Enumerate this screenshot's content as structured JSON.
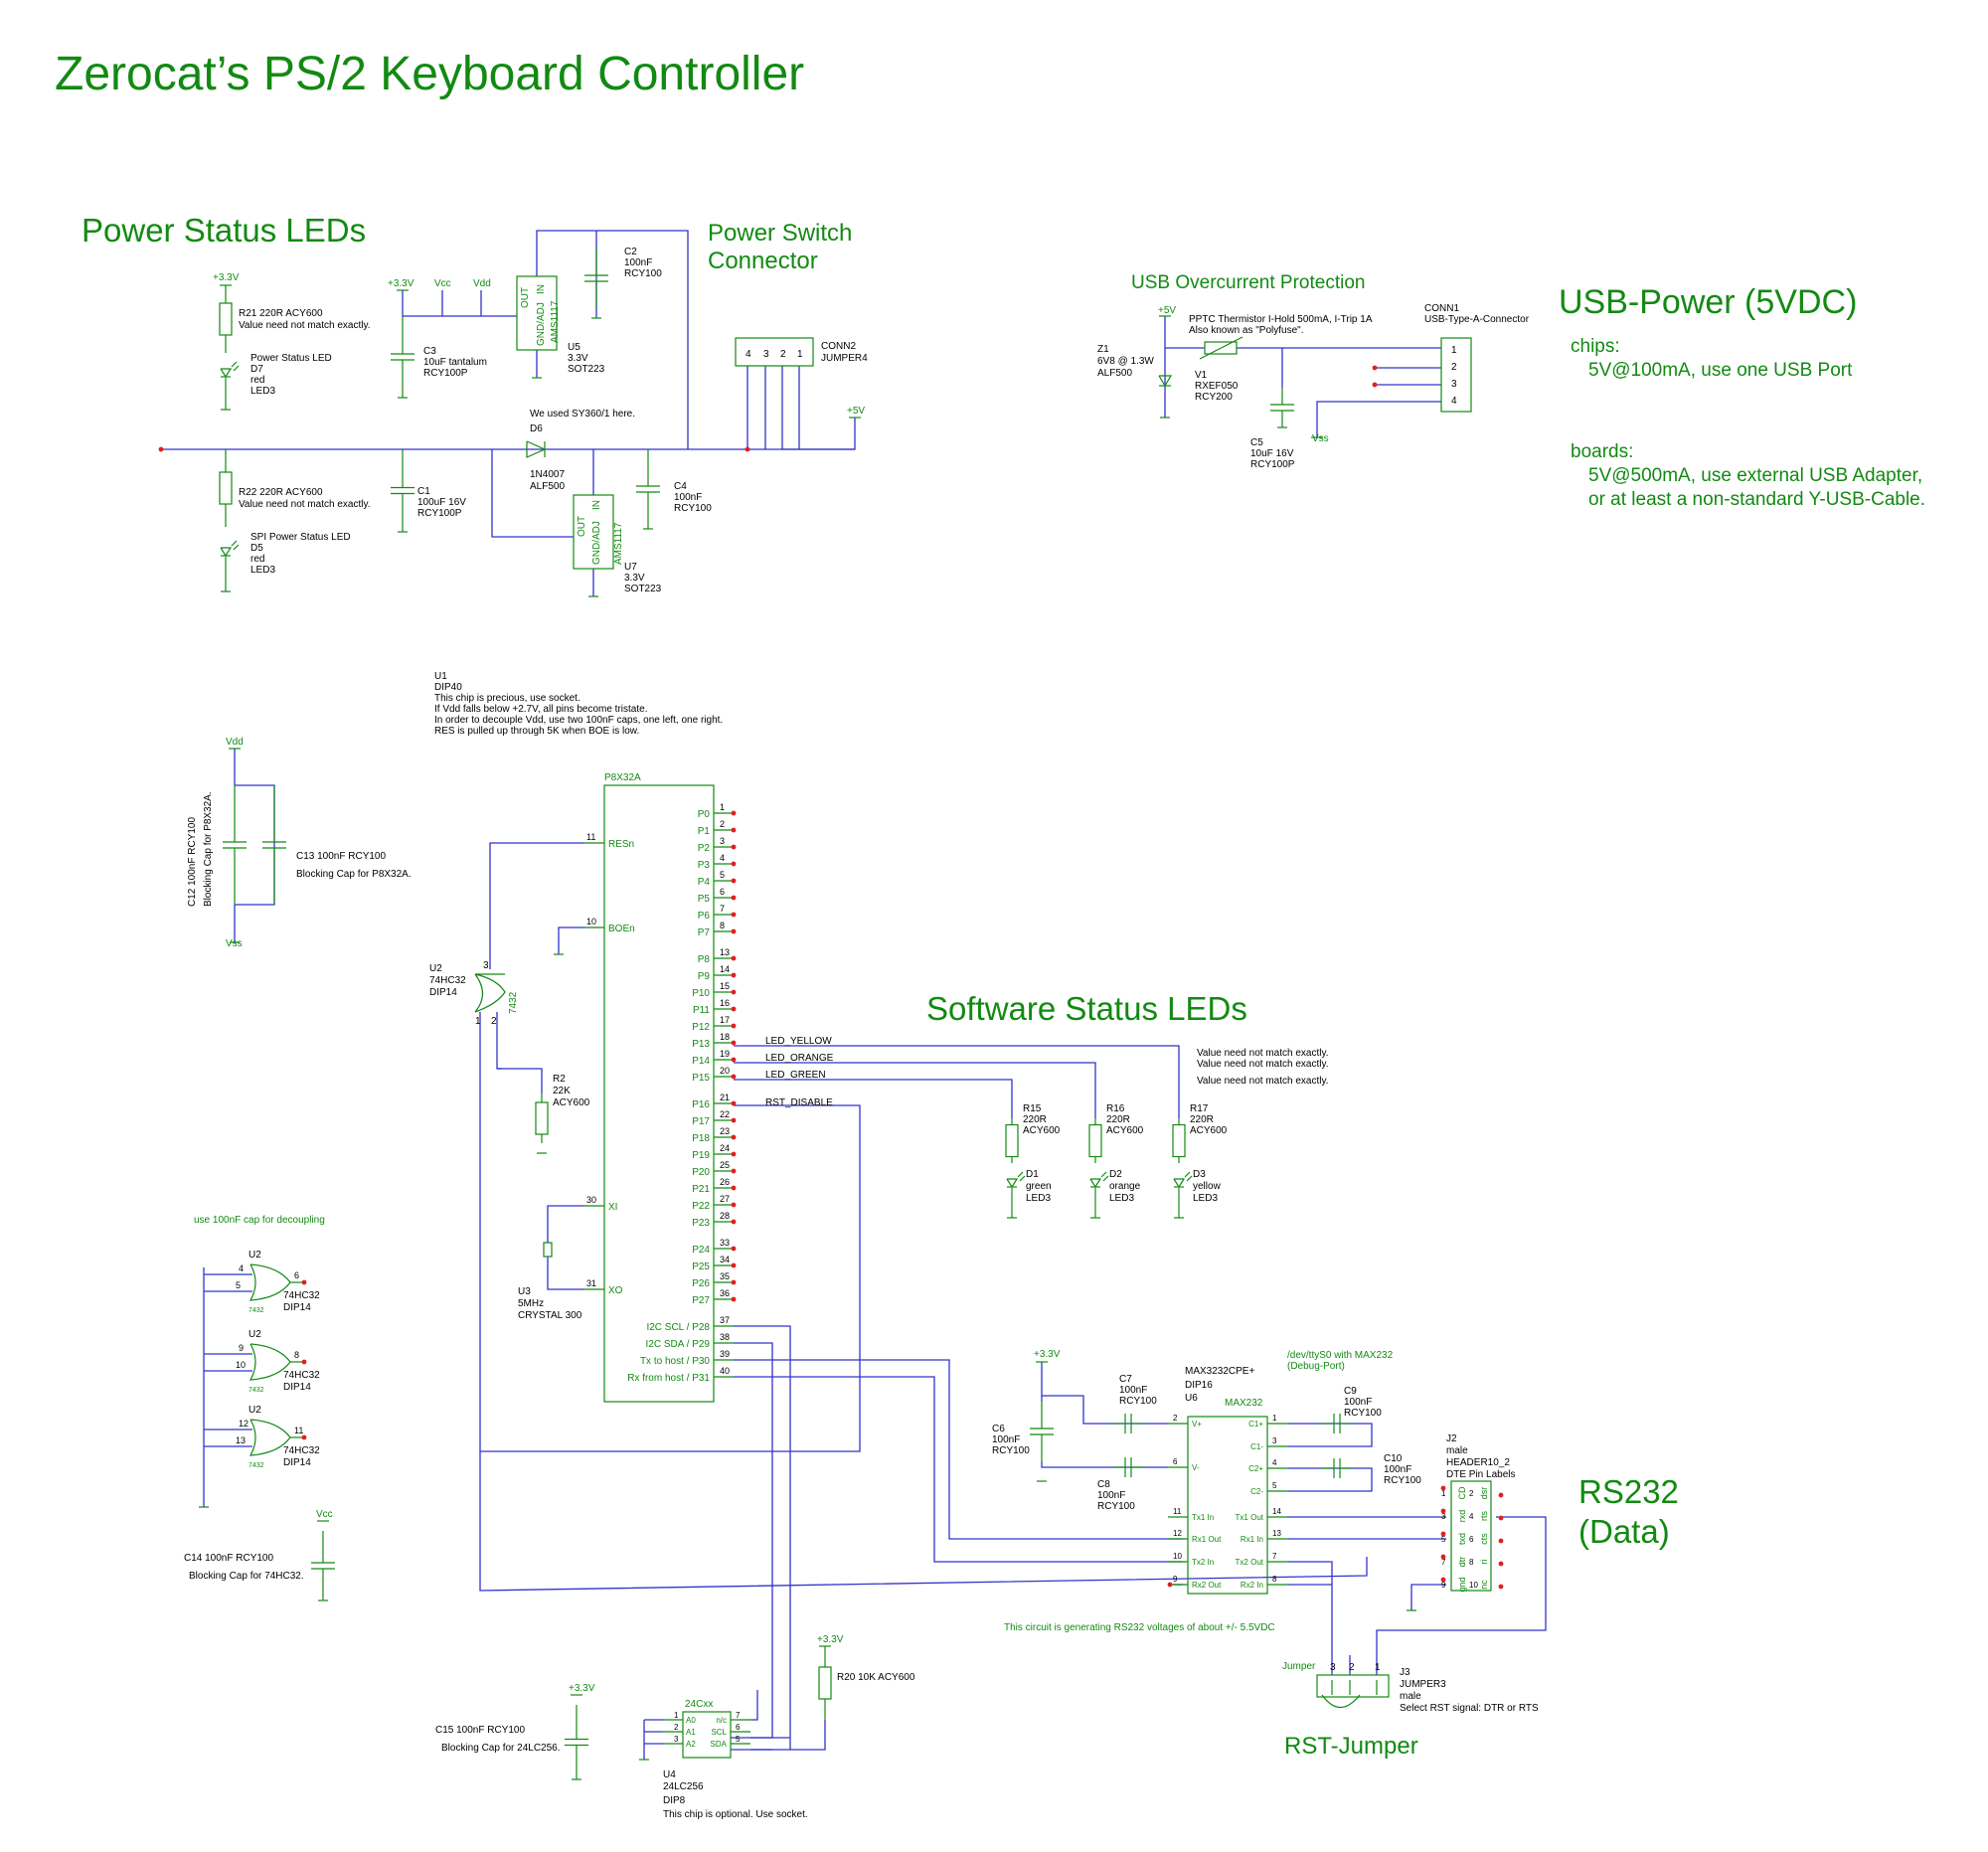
{
  "colors": {
    "wire": "#3333cc",
    "symbol": "#128a12",
    "text": "#000000",
    "junction": "#e02020"
  },
  "headings": {
    "main_title": "Zerocat’s PS/2 Keyboard Controller",
    "power_status_leds": "Power Status LEDs",
    "power_switch_line1": "Power Switch",
    "power_switch_line2": "Connector",
    "usb_overcurrent": "USB Overcurrent Protection",
    "usb_power": "USB-Power (5VDC)",
    "software_status_leds": "Software Status LEDs",
    "rs232_line1": "RS232",
    "rs232_line2": "(Data)",
    "rst_jumper": "RST-Jumper"
  },
  "usb_notes": {
    "chips_label": "chips:",
    "chips_text": "5V@100mA, use one USB Port",
    "boards_label": "boards:",
    "boards_line1": "5V@500mA, use external USB Adapter,",
    "boards_line2": "or at least a non-standard Y-USB-Cable."
  },
  "power_labels": {
    "v33_a": "+3.3V",
    "v33_b": "+3.3V",
    "vcc": "Vcc",
    "vdd": "Vdd",
    "v5": "+5V",
    "v5_usb": "+5V",
    "vss_usb": "Vss",
    "r21": "R21  220R  ACY600",
    "r21_note": "Value need not match exactly.",
    "d7": [
      "Power Status LED",
      "D7",
      "red",
      "LED3"
    ],
    "r22": "R22  220R  ACY600",
    "r22_note": "Value need not match exactly.",
    "d5": [
      "SPI Power Status LED",
      "D5",
      "red",
      "LED3"
    ],
    "c3": [
      "C3",
      "10uF tantalum",
      "RCY100P"
    ],
    "c1": [
      "C1",
      "100uF 16V",
      "RCY100P"
    ],
    "c2": [
      "C2",
      "100nF",
      "RCY100"
    ],
    "c4": [
      "C4",
      "100nF",
      "RCY100"
    ],
    "u5": [
      "U5",
      "3.3V",
      "SOT223"
    ],
    "u7": [
      "U7",
      "3.3V",
      "SOT223"
    ],
    "ams": "AMS1117",
    "reg_in": "IN",
    "reg_out": "OUT",
    "reg_gnd": "GND/ADJ",
    "d6": [
      "D6",
      "1N4007",
      "ALF500"
    ],
    "d6_note": "We used SY360/1 here.",
    "conn2": [
      "CONN2",
      "JUMPER4"
    ],
    "conn2_pins": [
      "4",
      "3",
      "2",
      "1"
    ]
  },
  "usb_protection": {
    "z1": [
      "Z1",
      "6V8 @ 1.3W",
      "ALF500"
    ],
    "v1_note1": "PPTC Thermistor I-Hold 500mA, I-Trip 1A",
    "v1_note2": "Also known as \"Polyfuse\".",
    "v1": [
      "V1",
      "RXEF050",
      "RCY200"
    ],
    "c5": [
      "C5",
      "10uF 16V",
      "RCY100P"
    ],
    "conn1": [
      "CONN1",
      "USB-Type-A-Connector"
    ],
    "conn1_pins": [
      "1",
      "2",
      "3",
      "4"
    ]
  },
  "u1": {
    "notes": [
      "U1",
      "DIP40",
      "This chip is precious, use socket.",
      "If Vdd falls below +2.7V, all pins become tristate.",
      "In order to decouple Vdd, use two 100nF caps, one left, one right.",
      "RES is pulled up through 5K when BOE is low."
    ],
    "name": "P8X32A",
    "left_pins": [
      {
        "num": "11",
        "label": "RESn"
      },
      {
        "num": "10",
        "label": "BOEn"
      },
      {
        "num": "30",
        "label": "XI"
      },
      {
        "num": "31",
        "label": "XO"
      }
    ],
    "right_pins": [
      {
        "num": "1",
        "label": "P0"
      },
      {
        "num": "2",
        "label": "P1"
      },
      {
        "num": "3",
        "label": "P2"
      },
      {
        "num": "4",
        "label": "P3"
      },
      {
        "num": "5",
        "label": "P4"
      },
      {
        "num": "6",
        "label": "P5"
      },
      {
        "num": "7",
        "label": "P6"
      },
      {
        "num": "8",
        "label": "P7"
      },
      {
        "num": "13",
        "label": "P8"
      },
      {
        "num": "14",
        "label": "P9"
      },
      {
        "num": "15",
        "label": "P10"
      },
      {
        "num": "16",
        "label": "P11"
      },
      {
        "num": "17",
        "label": "P12"
      },
      {
        "num": "18",
        "label": "P13"
      },
      {
        "num": "19",
        "label": "P14"
      },
      {
        "num": "20",
        "label": "P15"
      },
      {
        "num": "21",
        "label": "P16"
      },
      {
        "num": "22",
        "label": "P17"
      },
      {
        "num": "23",
        "label": "P18"
      },
      {
        "num": "24",
        "label": "P19"
      },
      {
        "num": "25",
        "label": "P20"
      },
      {
        "num": "26",
        "label": "P21"
      },
      {
        "num": "27",
        "label": "P22"
      },
      {
        "num": "28",
        "label": "P23"
      },
      {
        "num": "33",
        "label": "P24"
      },
      {
        "num": "34",
        "label": "P25"
      },
      {
        "num": "35",
        "label": "P26"
      },
      {
        "num": "36",
        "label": "P27"
      },
      {
        "num": "37",
        "label": "I2C SCL / P28"
      },
      {
        "num": "38",
        "label": "I2C SDA / P29"
      },
      {
        "num": "39",
        "label": "Tx to host / P30"
      },
      {
        "num": "40",
        "label": "Rx from host / P31"
      }
    ],
    "nets": [
      "LED_YELLOW",
      "LED_ORANGE",
      "LED_GREEN",
      "RST_DISABLE"
    ]
  },
  "decoupling": {
    "vdd": "Vdd",
    "vss": "Vss",
    "c12": "C12  100nF  RCY100",
    "c12_note": "Blocking Cap for P8X32A.",
    "c13": "C13  100nF  RCY100",
    "c13_note": "Blocking Cap for P8X32A.",
    "c14": "C14  100nF  RCY100",
    "c14_note": "Blocking Cap for 74HC32.",
    "vcc_c14": "Vcc",
    "c15": "C15  100nF  RCY100",
    "c15_note": "Blocking Cap for 24LC256.",
    "v33_c15": "+3.3V"
  },
  "gates": {
    "u2_main": [
      "U2",
      "74HC32",
      "DIP14"
    ],
    "note": "use 100nF cap for decoupling",
    "type": "7432",
    "g1": {
      "name": "U2",
      "in_a": "4",
      "in_b": "5",
      "out": "6",
      "part": [
        "74HC32",
        "DIP14"
      ]
    },
    "g2": {
      "name": "U2",
      "in_a": "9",
      "in_b": "10",
      "out": "8",
      "part": [
        "74HC32",
        "DIP14"
      ]
    },
    "g3": {
      "name": "U2",
      "in_a": "12",
      "in_b": "13",
      "out": "11",
      "part": [
        "74HC32",
        "DIP14"
      ]
    },
    "main_pins": [
      "3",
      "1",
      "2"
    ]
  },
  "reset": {
    "r2": [
      "R2",
      "22K",
      "ACY600"
    ]
  },
  "crystal": {
    "u3": [
      "U3",
      "5MHz",
      "CRYSTAL 300"
    ]
  },
  "software_leds": {
    "note": "Value need not match exactly.",
    "r15": [
      "R15",
      "220R",
      "ACY600"
    ],
    "r16": [
      "R16",
      "220R",
      "ACY600"
    ],
    "r17": [
      "R17",
      "220R",
      "ACY600"
    ],
    "d1": [
      "D1",
      "green",
      "LED3"
    ],
    "d2": [
      "D2",
      "orange",
      "LED3"
    ],
    "d3": [
      "D3",
      "yellow",
      "LED3"
    ]
  },
  "max232": {
    "v33": "+3.3V",
    "note_line1": "/dev/ttyS0 with MAX232",
    "note_line2": "(Debug-Port)",
    "u6": [
      "MAX3232CPE+",
      "DIP16",
      "U6"
    ],
    "chip": "MAX232",
    "c7": [
      "C7",
      "100nF",
      "RCY100"
    ],
    "c8": [
      "C8",
      "100nF",
      "RCY100"
    ],
    "c9": [
      "C9",
      "100nF",
      "RCY100"
    ],
    "c10": [
      "C10",
      "100nF",
      "RCY100"
    ],
    "c6": [
      "C6",
      "100nF",
      "RCY100"
    ],
    "left_pins": [
      {
        "num": "2",
        "label": "V+"
      },
      {
        "num": "6",
        "label": "V-"
      },
      {
        "num": "11",
        "label": "Tx1 In"
      },
      {
        "num": "12",
        "label": "Rx1 Out"
      },
      {
        "num": "10",
        "label": "Tx2 In"
      },
      {
        "num": "9",
        "label": "Rx2 Out"
      }
    ],
    "right_pins": [
      {
        "num": "1",
        "label": "C1+"
      },
      {
        "num": "3",
        "label": "C1-"
      },
      {
        "num": "4",
        "label": "C2+"
      },
      {
        "num": "5",
        "label": "C2-"
      },
      {
        "num": "14",
        "label": "Tx1 Out"
      },
      {
        "num": "13",
        "label": "Rx1 In"
      },
      {
        "num": "7",
        "label": "Tx2 Out"
      },
      {
        "num": "8",
        "label": "Rx2 In"
      }
    ],
    "footer_note": "This circuit is generating RS232 voltages of about +/- 5.5VDC"
  },
  "j2": {
    "labels": [
      "J2",
      "male",
      "HEADER10_2",
      "DTE Pin Labels"
    ],
    "rows": [
      {
        "ln": "1",
        "l": "CD",
        "r": "dsr",
        "rn": "2"
      },
      {
        "ln": "3",
        "l": "rxd",
        "r": "rts",
        "rn": "4"
      },
      {
        "ln": "5",
        "l": "txd",
        "r": "cts",
        "rn": "6"
      },
      {
        "ln": "7",
        "l": "dtr",
        "r": "ri",
        "rn": "8"
      },
      {
        "ln": "9",
        "l": "gnd",
        "r": "nc",
        "rn": "10"
      }
    ]
  },
  "j3": {
    "top": "Jumper",
    "labels": [
      "J3",
      "JUMPER3",
      "male",
      "Select RST signal: DTR or RTS"
    ],
    "pins": [
      "3",
      "2",
      "1"
    ]
  },
  "eeprom": {
    "v33": "+3.3V",
    "r20": "R20  10K  ACY600",
    "chip": "24Cxx",
    "left_pins": [
      {
        "num": "1",
        "label": "A0"
      },
      {
        "num": "2",
        "label": "A1"
      },
      {
        "num": "3",
        "label": "A2"
      }
    ],
    "right_pins": [
      {
        "num": "7",
        "label": "n/c"
      },
      {
        "num": "6",
        "label": "SCL"
      },
      {
        "num": "5",
        "label": "SDA"
      }
    ],
    "u4": [
      "U4",
      "24LC256",
      "DIP8",
      "This chip is optional. Use socket."
    ]
  }
}
